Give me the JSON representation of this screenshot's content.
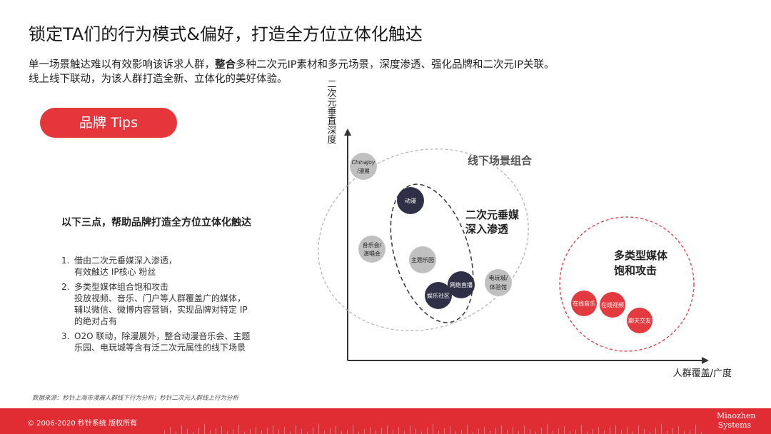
{
  "header": {
    "title": "锁定TA们的行为模式&偏好，打造全方位立体化触达",
    "sub1_pre": "单一场景触达难以有效影响该诉求人群，",
    "sub1_bold": "整合",
    "sub1_post": "多种二次元IP素材和多元场景，深度渗透、强化品牌和二次元IP关联。",
    "sub2": "线上线下联动，为该人群打造全新、立体化的美好体验。"
  },
  "tips": {
    "label": "品牌 Tips",
    "lead": "以下三点，帮助品牌打造全方位立体化触达",
    "items": [
      {
        "num": "1.",
        "lines": [
          "借由二次元垂媒深入渗透，",
          "有效触达 IP核心 粉丝"
        ]
      },
      {
        "num": "2.",
        "lines": [
          "多类型媒体组合饱和攻击",
          "投放视频、音乐、门户等人群覆盖广的媒体，",
          "辅以微信、微博内容营销，实现品牌对特定 IP",
          "的绝对占有"
        ]
      },
      {
        "num": "3.",
        "lines": [
          "O2O 联动，除漫展外，整合动漫音乐会、主题",
          "乐园、电玩城等含有泛二次元属性的线下场景"
        ]
      }
    ]
  },
  "diagram": {
    "y_axis_label": "二次元垂直深度",
    "x_axis_label": "人群覆盖/广度",
    "groups": {
      "offline": "线下场景组合",
      "vertical": [
        "二次元垂媒",
        "深入渗透"
      ],
      "multi": [
        "多类型媒体",
        "饱和攻击"
      ]
    },
    "nodes": {
      "chinajoy": [
        "ChinaJoy",
        "/漫展"
      ],
      "anime": [
        "动漫"
      ],
      "concert": [
        "音乐会/",
        "演唱会"
      ],
      "themepark": [
        "主题乐园"
      ],
      "livestream": [
        "网络直播"
      ],
      "arcade": [
        "电玩城/",
        "体验馆"
      ],
      "community": [
        "娱乐社区"
      ],
      "music": [
        "在线音乐"
      ],
      "video": [
        "在线视频"
      ],
      "chat": [
        "聊天交友"
      ]
    },
    "colors": {
      "gray_node": "#c0c0c0",
      "dark_node": "#2f2f47",
      "red_node": "#e23a3f",
      "red_dash": "#e23a3f",
      "gray_dash": "#b5b5b5"
    }
  },
  "source": "数据来源：秒针上海市漫展人群线下行为分析；秒针二次元人群线上行为分析",
  "footer": {
    "copyright": "© 2006-2020 秒针系统 版权所有",
    "brand": [
      "Miaozhen",
      "Systems"
    ]
  }
}
